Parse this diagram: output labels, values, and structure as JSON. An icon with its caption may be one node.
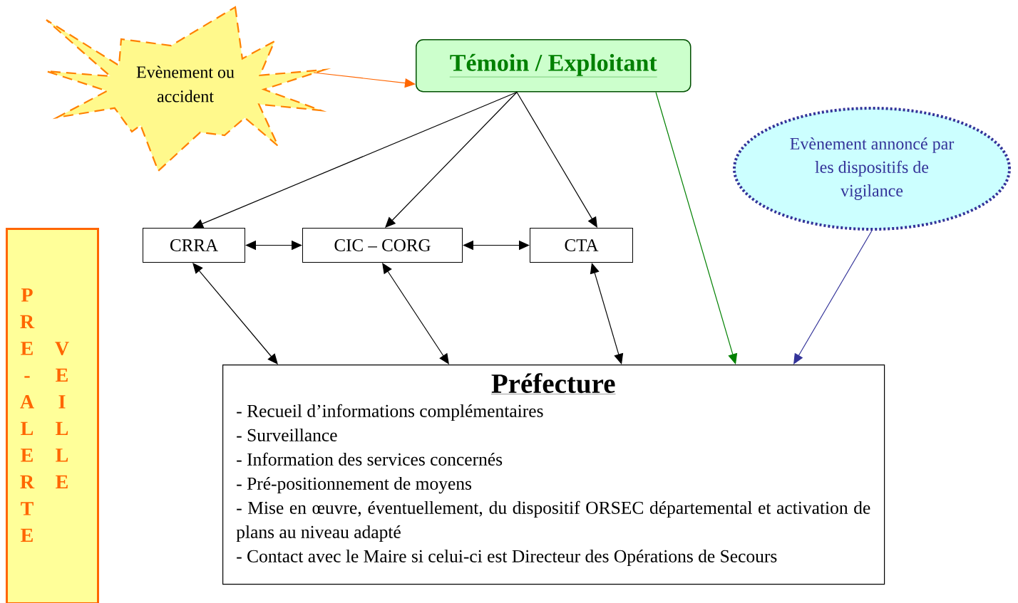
{
  "diagram": {
    "nodes": [
      {
        "text": [
          "Evènement ou accident"
        ]
      },
      {
        "text": [
          "Témoin / Exploitant"
        ]
      },
      {
        "text": [
          "Evènement annoncé par les dispositifs de vigilance"
        ]
      },
      {
        "text": [
          "PRE-ALERTE",
          "VEILLE"
        ]
      },
      {
        "text": [
          "CRRA"
        ]
      },
      {
        "text": [
          "CIC – CORG"
        ]
      },
      {
        "text": [
          "CTA"
        ]
      },
      {
        "text": [
          "Préfecture",
          "- Recueil d’informations complémentaires",
          "- Surveillance",
          "- Information des services concernés",
          "- Pré-positionnement de moyens",
          "- Mise en œuvre, éventuellement, du dispositif ORSEC départemental et activation de plans au niveau adapté",
          "- Contact avec le Maire si celui-ci est Directeur des Opérations de Secours"
        ]
      }
    ],
    "edges": [
      {
        "from": 0,
        "to": 1,
        "arrow": "to",
        "color": "#ff6600"
      },
      {
        "from": 1,
        "to": 4,
        "arrow": "to"
      },
      {
        "from": 1,
        "to": 5,
        "arrow": "to"
      },
      {
        "from": 1,
        "to": 6,
        "arrow": "to"
      },
      {
        "from": 4,
        "to": 5,
        "arrow": "both"
      },
      {
        "from": 5,
        "to": 6,
        "arrow": "both"
      },
      {
        "from": 4,
        "to": 7,
        "arrow": "both"
      },
      {
        "from": 5,
        "to": 7,
        "arrow": "both"
      },
      {
        "from": 6,
        "to": 7,
        "arrow": "both"
      },
      {
        "from": 1,
        "to": 7,
        "arrow": "to",
        "color": "#008000"
      },
      {
        "from": 2,
        "to": 7,
        "arrow": "to",
        "color": "#333399"
      }
    ]
  }
}
